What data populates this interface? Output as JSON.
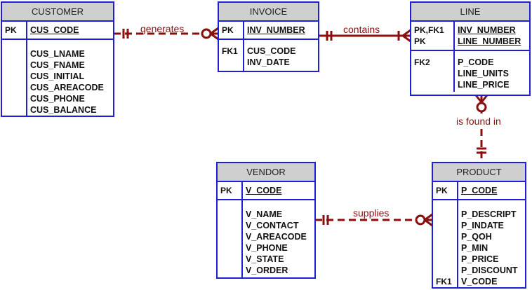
{
  "colors": {
    "entity_border": "#1f1fd6",
    "header_bg": "#cfcfcf",
    "relationship": "#8b0e0e"
  },
  "entities": {
    "customer": {
      "name": "CUSTOMER",
      "pk_keys": [
        "PK"
      ],
      "pk_attrs": [
        "CUS_CODE"
      ],
      "keys": [],
      "attrs": [
        "CUS_LNAME",
        "CUS_FNAME",
        "CUS_INITIAL",
        "CUS_AREACODE",
        "CUS_PHONE",
        "CUS_BALANCE"
      ]
    },
    "invoice": {
      "name": "INVOICE",
      "pk_keys": [
        "PK"
      ],
      "pk_attrs": [
        "INV_NUMBER"
      ],
      "keys": [
        "FK1"
      ],
      "attrs": [
        "CUS_CODE",
        "INV_DATE"
      ]
    },
    "line": {
      "name": "LINE",
      "pk_keys": [
        "PK,FK1",
        "PK"
      ],
      "pk_attrs": [
        "INV_NUMBER",
        "LINE_NUMBER"
      ],
      "keys": [
        "FK2"
      ],
      "attrs": [
        "P_CODE",
        "LINE_UNITS",
        "LINE_PRICE"
      ]
    },
    "vendor": {
      "name": "VENDOR",
      "pk_keys": [
        "PK"
      ],
      "pk_attrs": [
        "V_CODE"
      ],
      "keys": [],
      "attrs": [
        "V_NAME",
        "V_CONTACT",
        "V_AREACODE",
        "V_PHONE",
        "V_STATE",
        "V_ORDER"
      ]
    },
    "product": {
      "name": "PRODUCT",
      "pk_keys": [
        "PK"
      ],
      "pk_attrs": [
        "P_CODE"
      ],
      "keys": [
        "",
        "",
        "",
        "",
        "",
        "",
        "FK1"
      ],
      "attrs": [
        "P_DESCRIPT",
        "P_INDATE",
        "P_QOH",
        "P_MIN",
        "P_PRICE",
        "P_DISCOUNT",
        "V_CODE"
      ]
    }
  },
  "relationships": [
    {
      "label": "generates",
      "from": "CUSTOMER",
      "to": "INVOICE",
      "style": "dashed",
      "from_card": "one-and-only-one",
      "to_card": "zero-or-many"
    },
    {
      "label": "contains",
      "from": "INVOICE",
      "to": "LINE",
      "style": "solid",
      "from_card": "one-and-only-one",
      "to_card": "one-or-many"
    },
    {
      "label": "is found in",
      "from": "PRODUCT",
      "to": "LINE",
      "style": "dashed",
      "from_card": "one-and-only-one",
      "to_card": "zero-or-many"
    },
    {
      "label": "supplies",
      "from": "VENDOR",
      "to": "PRODUCT",
      "style": "dashed",
      "from_card": "one-and-only-one",
      "to_card": "zero-or-many"
    }
  ]
}
